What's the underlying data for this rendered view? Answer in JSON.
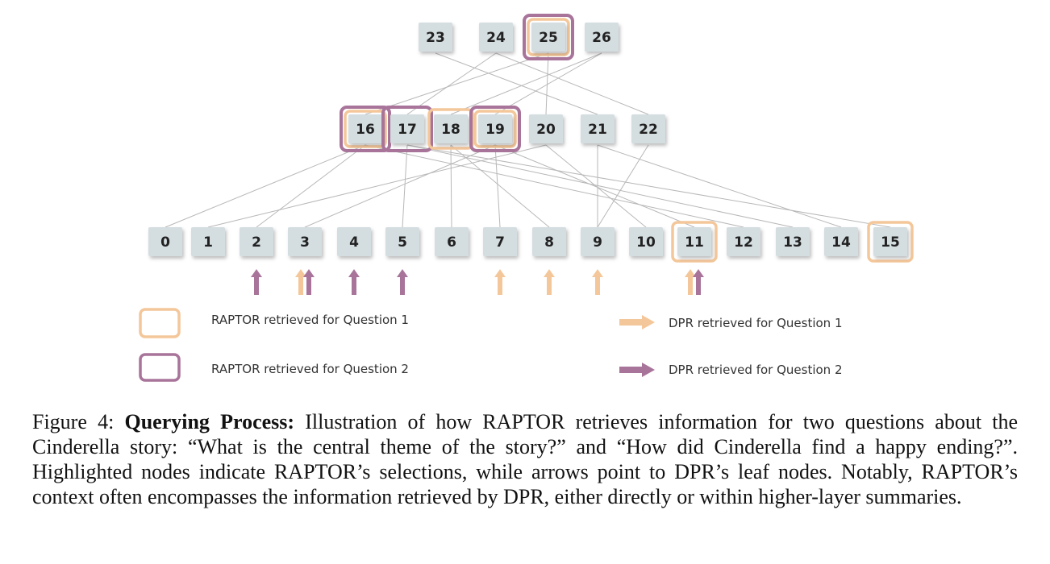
{
  "tree": {
    "layer0": [
      "0",
      "1",
      "2",
      "3",
      "4",
      "5",
      "6",
      "7",
      "8",
      "9",
      "10",
      "11",
      "12",
      "13",
      "14",
      "15"
    ],
    "layer1": [
      "16",
      "17",
      "18",
      "19",
      "20",
      "21",
      "22"
    ],
    "layer2": [
      "23",
      "24",
      "25",
      "26"
    ],
    "edges": [
      [
        "23",
        "21"
      ],
      [
        "24",
        "17"
      ],
      [
        "24",
        "22"
      ],
      [
        "25",
        "20"
      ],
      [
        "25",
        "16"
      ],
      [
        "26",
        "18"
      ],
      [
        "26",
        "19"
      ],
      [
        "16",
        "0"
      ],
      [
        "16",
        "2"
      ],
      [
        "16",
        "12"
      ],
      [
        "17",
        "5"
      ],
      [
        "17",
        "13"
      ],
      [
        "17",
        "15"
      ],
      [
        "18",
        "6"
      ],
      [
        "18",
        "8"
      ],
      [
        "19",
        "3"
      ],
      [
        "19",
        "7"
      ],
      [
        "19",
        "11"
      ],
      [
        "20",
        "1"
      ],
      [
        "20",
        "10"
      ],
      [
        "21",
        "9"
      ],
      [
        "21",
        "14"
      ],
      [
        "22",
        "9"
      ]
    ]
  },
  "highlights": {
    "raptor_q1": [
      "25",
      "16",
      "18",
      "19",
      "11",
      "15"
    ],
    "raptor_q2": [
      "25",
      "16",
      "17",
      "19"
    ]
  },
  "arrows": {
    "dpr_q1": [
      "3",
      "7",
      "8",
      "9",
      "11"
    ],
    "dpr_q2": [
      "2",
      "3",
      "4",
      "5",
      "11"
    ]
  },
  "colors": {
    "q1": "#F4C79A",
    "q2": "#A8749A",
    "node_fill": "#D4DDE0",
    "edge": "#B8B8B8"
  },
  "legend": {
    "raptor_q1": "RAPTOR retrieved for Question 1",
    "raptor_q2": "RAPTOR retrieved for Question 2",
    "dpr_q1": "DPR retrieved for Question 1",
    "dpr_q2": "DPR retrieved for Question 2"
  },
  "caption": {
    "prefix": "Figure 4: ",
    "bold": "Querying Process:",
    "text": " Illustration of how RAPTOR retrieves information for two questions about the Cinderella story: “What is the central theme of the story?” and “How did Cinderella find a happy ending?”. Highlighted nodes indicate RAPTOR’s selections, while arrows point to DPR’s leaf nodes. Notably, RAPTOR’s context often encompasses the information retrieved by DPR, either directly or within higher-layer summaries."
  }
}
